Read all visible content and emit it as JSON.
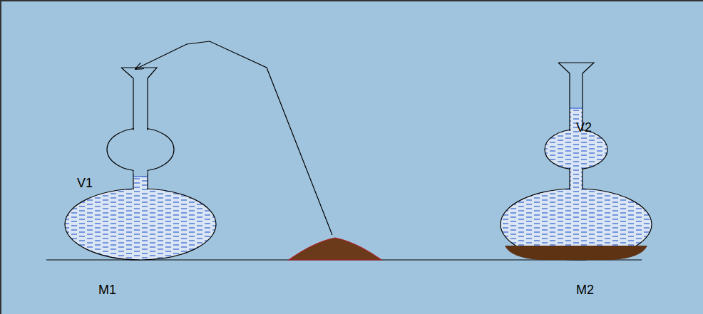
{
  "diagram": {
    "labels": [
      "V1",
      "V2",
      "M1",
      "M2"
    ]
  }
}
